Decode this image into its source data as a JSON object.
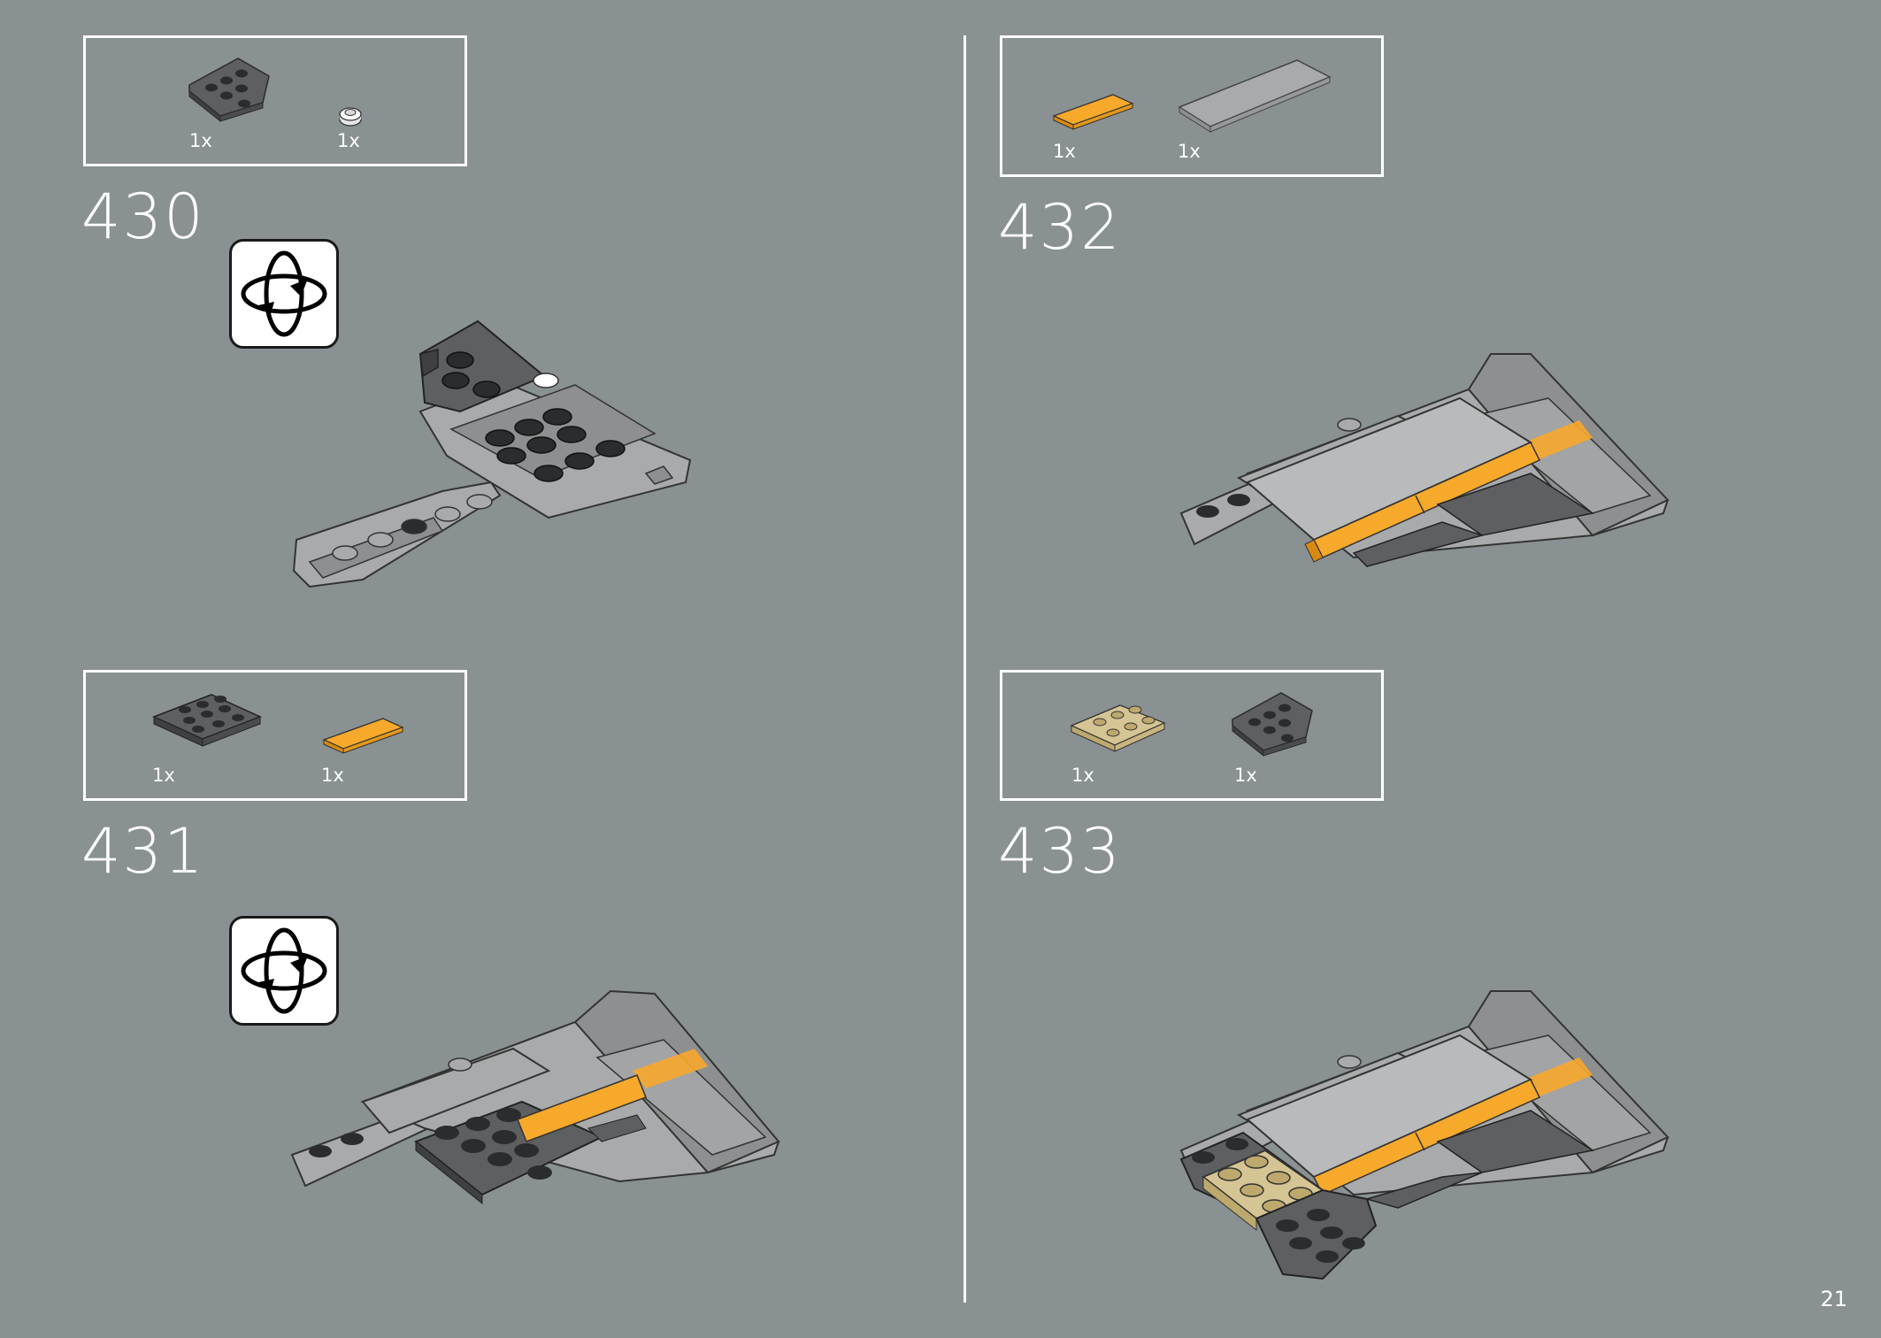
{
  "colors": {
    "background": "#8a9192",
    "dark_bluish_gray": "#5d5f61",
    "light_bluish_gray": "#a8aaab",
    "bright_light_orange": "#f7a92b",
    "tan": "#d6c594",
    "white": "#ffffff"
  },
  "page_number": "21",
  "steps": [
    {
      "number": "430",
      "parts": [
        {
          "qty": "1x",
          "icon": "wedge-plate-dark-gray"
        },
        {
          "qty": "1x",
          "icon": "round-plate-white"
        }
      ],
      "rotate_icon": "rotate-model-icon"
    },
    {
      "number": "431",
      "parts": [
        {
          "qty": "1x",
          "icon": "plate-3x3-dark-gray"
        },
        {
          "qty": "1x",
          "icon": "tile-orange"
        }
      ],
      "rotate_icon": "rotate-model-icon"
    },
    {
      "number": "432",
      "parts": [
        {
          "qty": "1x",
          "icon": "tile-orange"
        },
        {
          "qty": "1x",
          "icon": "tile-long-light-gray"
        }
      ]
    },
    {
      "number": "433",
      "parts": [
        {
          "qty": "1x",
          "icon": "plate-2x3-tan"
        },
        {
          "qty": "1x",
          "icon": "wedge-plate-dark-gray"
        }
      ]
    }
  ]
}
